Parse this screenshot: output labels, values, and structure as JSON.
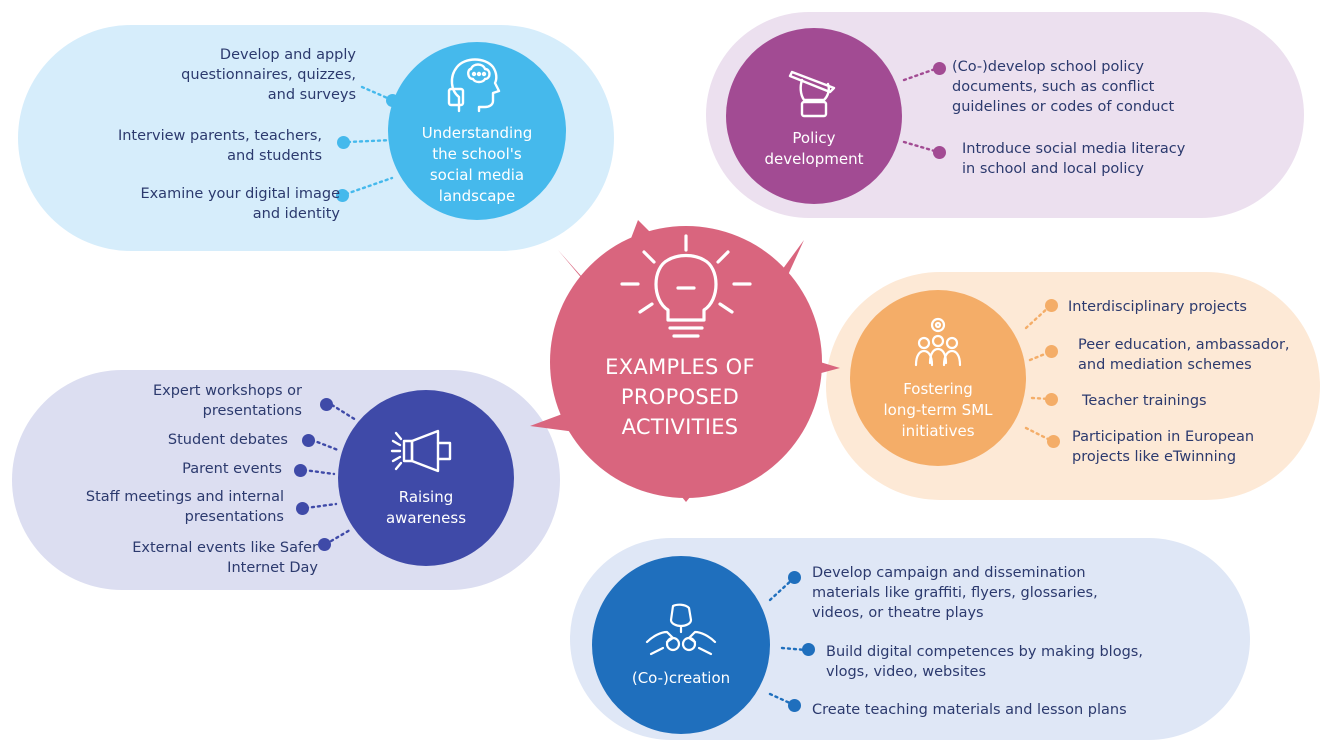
{
  "center": {
    "title": "EXAMPLES OF\nPROPOSED\nACTIVITIES",
    "color": "#d9657e",
    "icon": "lightbulb-icon"
  },
  "sections": {
    "understanding": {
      "title": "Understanding\nthe school's\nsocial media\nlandscape",
      "icon": "thinking-head-icon",
      "circle_color": "#45b9ec",
      "bg_color": "#d6edfb",
      "dot_color": "#45b9ec",
      "items": [
        "Develop and apply\nquestionnaires,  quizzes,\nand surveys",
        "Interview parents, teachers,\nand students",
        "Examine your digital image\nand identity"
      ]
    },
    "policy": {
      "title": "Policy\ndevelopment",
      "icon": "fist-pen-icon",
      "circle_color": "#a24b93",
      "bg_color": "#ece0ef",
      "dot_color": "#a24b93",
      "items": [
        "(Co-)develop school policy\ndocuments, such as conflict\nguidelines or codes of conduct",
        "Introduce social media literacy\nin school and local policy"
      ]
    },
    "fostering": {
      "title": "Fostering\nlong-term SML\ninitiatives",
      "icon": "people-gear-icon",
      "circle_color": "#f4ad68",
      "bg_color": "#fde9d6",
      "dot_color": "#f4ad68",
      "items": [
        "Interdisciplinary projects",
        "Peer education, ambassador,\nand mediation schemes",
        "Teacher trainings",
        "Participation in European\nprojects like eTwinning"
      ]
    },
    "raising": {
      "title": "Raising\nawareness",
      "icon": "megaphone-icon",
      "circle_color": "#3f4aa8",
      "bg_color": "#dcdef1",
      "dot_color": "#3f4aa8",
      "items": [
        "Expert workshops or\npresentations",
        "Student debates",
        "Parent events",
        "Staff meetings and internal\npresentations",
        "External events like Safer\nInternet Day"
      ]
    },
    "cocreation": {
      "title": "(Co-)creation",
      "icon": "hands-icon",
      "circle_color": "#1f6fbd",
      "bg_color": "#dfe7f6",
      "dot_color": "#1f6fbd",
      "items": [
        "Develop campaign and dissemination\nmaterials like graffiti, flyers, glossaries,\nvideos, or theatre plays",
        "Build digital competences by making blogs,\nvlogs, video, websites",
        "Create teaching materials and lesson plans"
      ]
    }
  }
}
